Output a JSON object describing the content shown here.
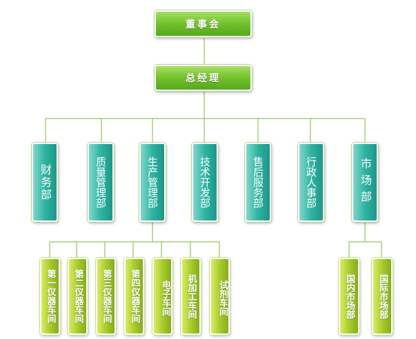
{
  "chart_data": {
    "type": "org-chart",
    "root": "董事会",
    "manager": "总经理",
    "departments": [
      "财务部",
      "质量管理部",
      "生产管理部",
      "技术开发部",
      "售后服务部",
      "行政人事部",
      "市场部"
    ],
    "production_units": [
      "第一仪器车间",
      "第二仪器车间",
      "第三仪器车间",
      "第四仪器车间",
      "电子车间",
      "机加工车间",
      "试剂车间"
    ],
    "market_units": [
      "国内市场部",
      "国际市场部"
    ]
  },
  "colors": {
    "line": "#94c25a",
    "top_node": "#6cbd2a",
    "department_node": "#2fb3a2",
    "unit_node": "#a8cc2d"
  }
}
